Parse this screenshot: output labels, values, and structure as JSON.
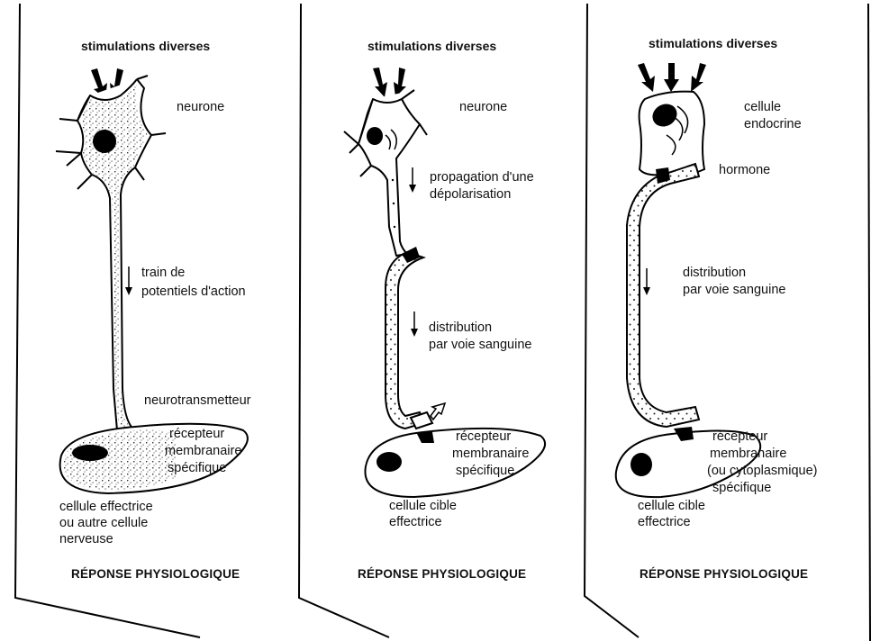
{
  "panels": [
    {
      "title": "stimulations diverses",
      "cell_label": [
        "neurone"
      ],
      "signal_label": [
        "train de",
        "potentiels d'action"
      ],
      "transmitter_label": "neurotransmetteur",
      "receptor_label": [
        "récepteur",
        "membranaire",
        "spécifique"
      ],
      "target_label": [
        "cellule effectrice",
        "ou autre cellule",
        "nerveuse"
      ],
      "response": "RÉPONSE PHYSIOLOGIQUE"
    },
    {
      "title": "stimulations diverses",
      "cell_label": [
        "neurone"
      ],
      "signal_label": [
        "propagation d'une",
        "dépolarisation"
      ],
      "distribution_label": [
        "distribution",
        "par voie sanguine"
      ],
      "receptor_label": [
        "récepteur",
        "membranaire",
        "spécifique"
      ],
      "target_label": [
        "cellule cible",
        "effectrice"
      ],
      "response": "RÉPONSE PHYSIOLOGIQUE"
    },
    {
      "title": "stimulations diverses",
      "cell_label": [
        "cellule",
        "endocrine"
      ],
      "hormone_label": "hormone",
      "distribution_label": [
        "distribution",
        "par voie sanguine"
      ],
      "receptor_label": [
        "récepteur",
        "membranaire",
        "(ou cytoplasmique)",
        "spécifique"
      ],
      "target_label": [
        "cellule cible",
        "effectrice"
      ],
      "response": "RÉPONSE PHYSIOLOGIQUE"
    }
  ]
}
